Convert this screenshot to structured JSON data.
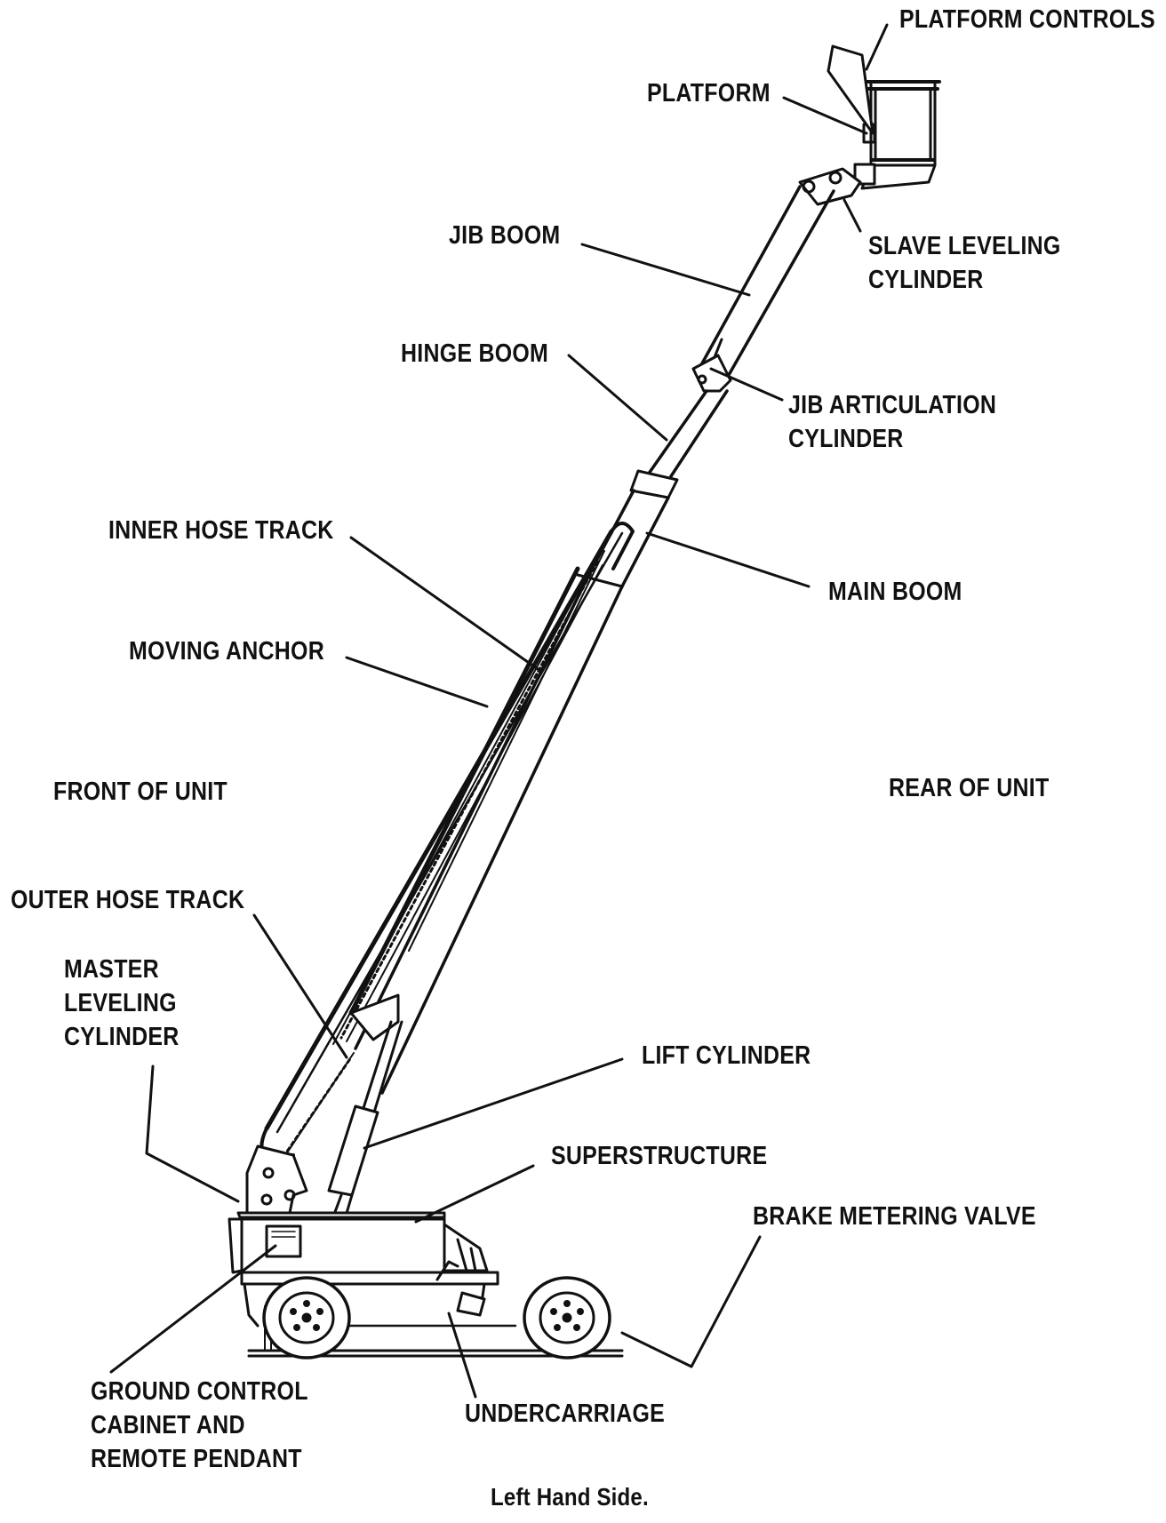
{
  "labels": {
    "platform_controls": "PLATFORM CONTROLS",
    "platform": "PLATFORM",
    "jib_boom": "JIB BOOM",
    "slave_leveling": [
      "SLAVE LEVELING",
      "CYLINDER"
    ],
    "hinge_boom": "HINGE BOOM",
    "jib_articulation": [
      "JIB ARTICULATION",
      "CYLINDER"
    ],
    "inner_hose_track": "INNER HOSE TRACK",
    "main_boom": "MAIN BOOM",
    "moving_anchor": "MOVING ANCHOR",
    "front_of_unit": "FRONT OF UNIT",
    "rear_of_unit": "REAR OF UNIT",
    "outer_hose_track": "OUTER HOSE TRACK",
    "master_leveling": [
      "MASTER",
      "LEVELING",
      "CYLINDER"
    ],
    "lift_cylinder": "LIFT CYLINDER",
    "superstructure": "SUPERSTRUCTURE",
    "brake_metering_valve": "BRAKE METERING VALVE",
    "ground_control": [
      "GROUND CONTROL",
      "CABINET  AND",
      "REMOTE PENDANT"
    ],
    "undercarriage": "UNDERCARRIAGE"
  },
  "caption": "Left Hand Side."
}
